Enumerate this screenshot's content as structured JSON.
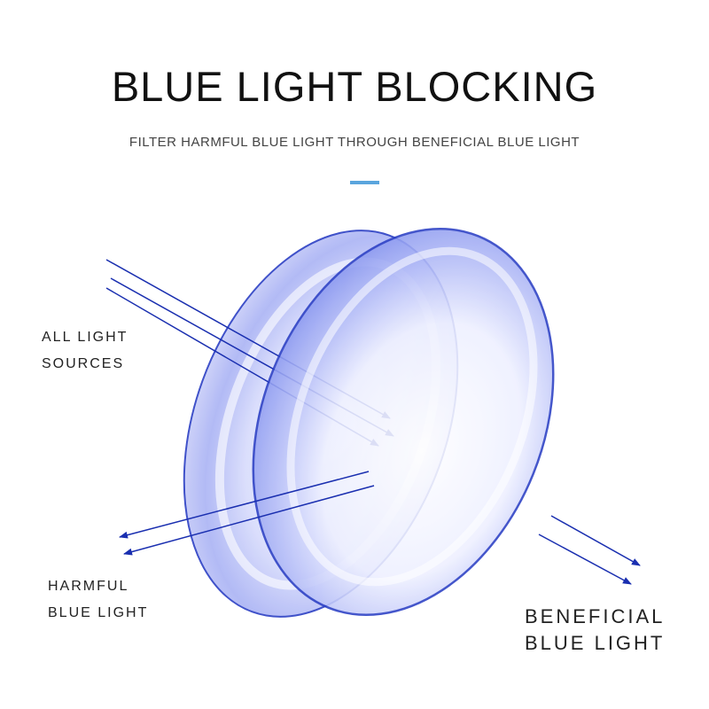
{
  "header": {
    "title": "BLUE LIGHT BLOCKING",
    "subtitle": "FILTER HARMFUL BLUE LIGHT THROUGH BENEFICIAL BLUE LIGHT"
  },
  "labels": {
    "all_light": [
      "ALL LIGHT",
      "SOURCES"
    ],
    "harmful": [
      "HARMFUL",
      "BLUE LIGHT"
    ],
    "beneficial": [
      "BENEFICIAL",
      "BLUE LIGHT"
    ]
  },
  "colors": {
    "accent": "#5aa5dd",
    "lens_edge": "#2b3fc4",
    "arrow": "#1a2fb0"
  }
}
